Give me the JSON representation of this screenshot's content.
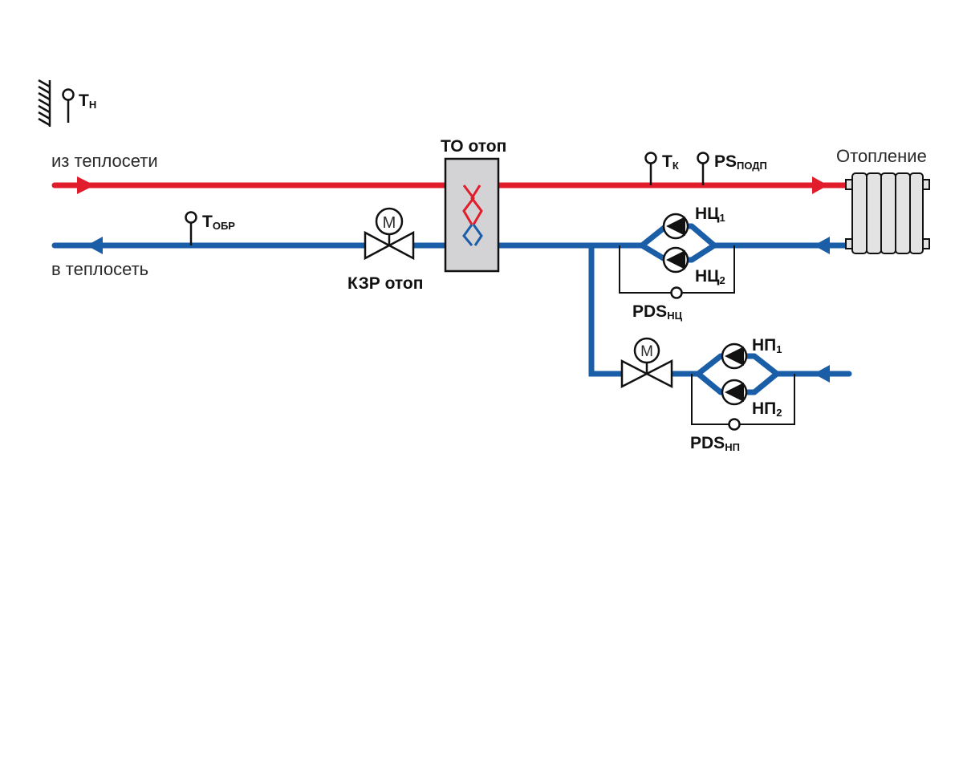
{
  "colors": {
    "supply": "#e11d2b",
    "return": "#1b5ea8",
    "stroke": "#111111",
    "hx_fill": "#d3d3d5",
    "radiator_fill": "#e3e3e3"
  },
  "labels": {
    "from_network": "из теплосети",
    "to_network": "в теплосеть",
    "heating": "Отопление",
    "hx": "ТО отоп",
    "valve_main": "КЗР отоп",
    "motor_letter": "M"
  },
  "sensors": {
    "t_outdoor": {
      "main": "Т",
      "sub": "Н"
    },
    "t_return": {
      "main": "Т",
      "sub": "ОБР"
    },
    "t_k": {
      "main": "Т",
      "sub": "К"
    },
    "ps": {
      "main": "PS",
      "sub": "ПОДП"
    },
    "pds_circ": {
      "main": "PDS",
      "sub": "НЦ"
    },
    "pds_feed": {
      "main": "PDS",
      "sub": "НП"
    }
  },
  "pumps": {
    "circ1": {
      "main": "НЦ",
      "sub": "1"
    },
    "circ2": {
      "main": "НЦ",
      "sub": "2"
    },
    "feed1": {
      "main": "НП",
      "sub": "1"
    },
    "feed2": {
      "main": "НП",
      "sub": "2"
    }
  }
}
